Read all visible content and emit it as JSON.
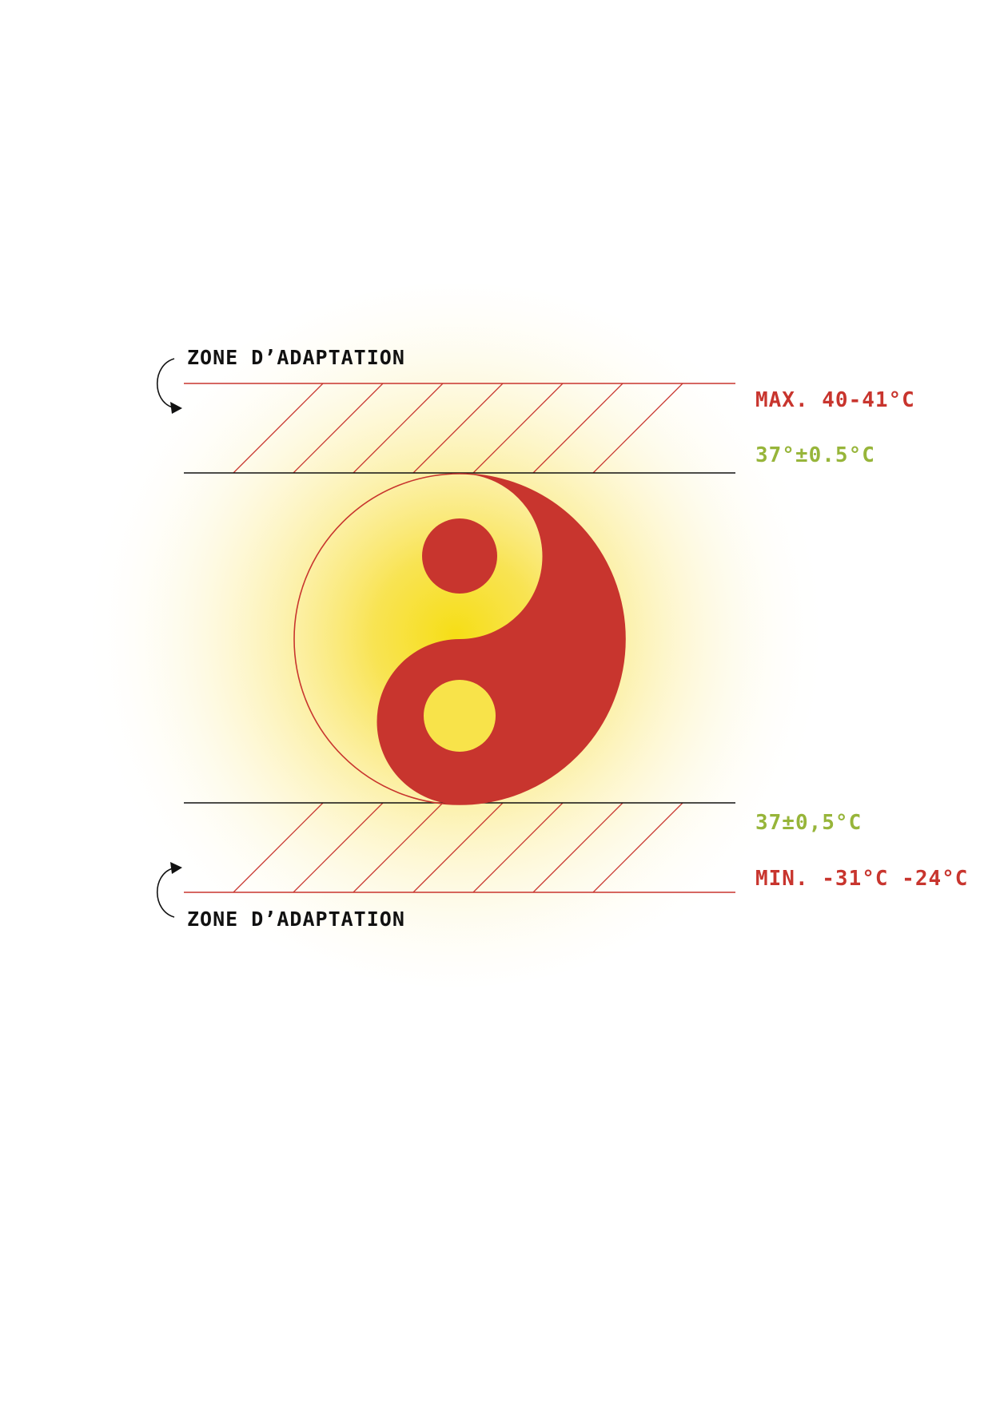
{
  "zone_top": {
    "label": "ZONE D’ADAPTATION"
  },
  "zone_bottom": {
    "label": "ZONE D’ADAPTATION"
  },
  "temperatures": {
    "max": "MAX. 40-41°C",
    "upper_normal": "37°±0.5°C",
    "lower_normal": "37±0,5°C",
    "min": "MIN. -31°C -24°C"
  },
  "symbol": {
    "name": "yin-yang-icon"
  },
  "colors": {
    "red": "#c8352e",
    "green": "#97b53a",
    "yellow": "#f6de16",
    "black": "#111111",
    "background": "#ffffff"
  }
}
